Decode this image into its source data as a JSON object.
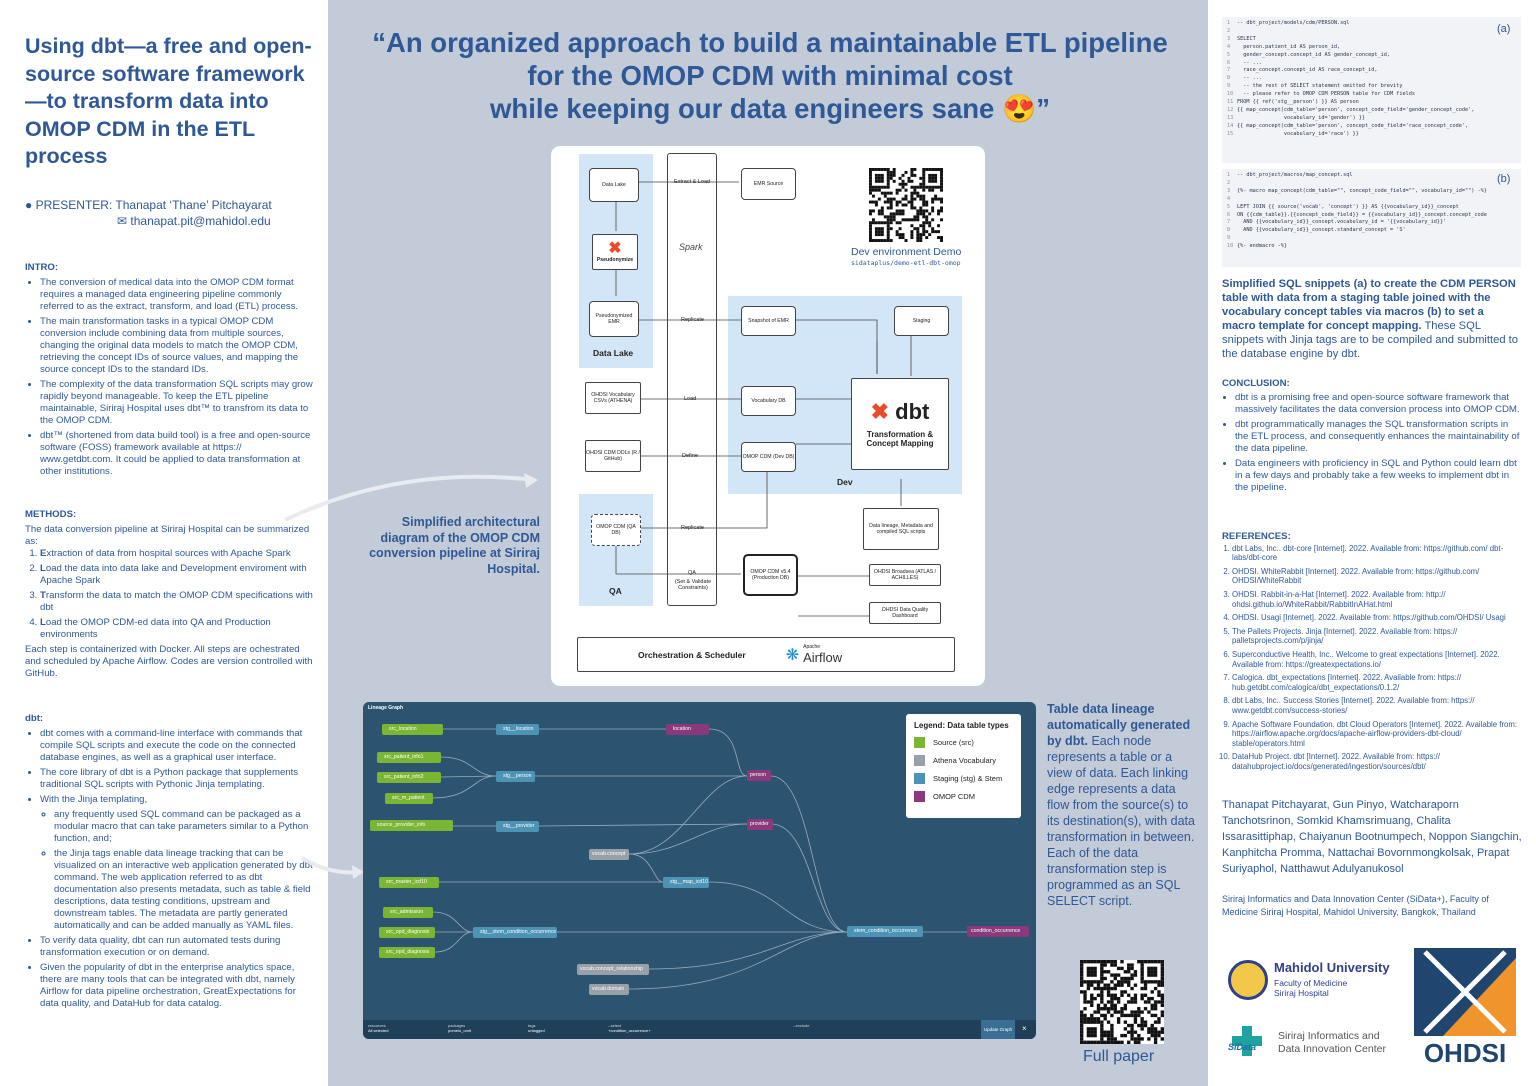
{
  "left": {
    "title": "Using dbt—a free and open-source software framework—to transform data into OMOP CDM in the ETL process",
    "presenter_line": "PRESENTER: Thanapat ‘Thane’ Pitchayarat",
    "email": "thanapat.pit@mahidol.edu",
    "intro_heading": "INTRO:",
    "intro": [
      "The conversion of medical data into the OMOP CDM format requires a managed data engineering pipeline commonly referred to as the extract, transform, and load (ETL) process.",
      "The main transformation tasks in a typical OMOP CDM conversion include combining data from multiple sources, changing the original data models to match the OMOP CDM, retrieving the concept IDs of source values, and mapping the source concept IDs to the standard IDs.",
      "The complexity of the data transformation SQL scripts may grow rapidly beyond manageable. To keep the ETL pipeline maintainable, Siriraj Hospital uses dbt™ to transfrom its data to the OMOP CDM.",
      "dbt™ (shortened from data build tool) is a free and open-source software (FOSS) framework available at https:// www.getdbt.com. It could be applied to data transformation at other institutions."
    ],
    "methods_heading": "METHODS:",
    "methods_intro": "The data conversion pipeline at Siriraj Hospital can be summarized as:",
    "methods_steps": [
      {
        "b": "E",
        "t": "xtraction of data from hospital sources with Apache Spark"
      },
      {
        "b": "L",
        "t": "oad the data into data lake and Development enviroment with Apache Spark"
      },
      {
        "b": "T",
        "t": "ransform the data to match the OMOP CDM specifications with dbt"
      },
      {
        "b": "L",
        "t": "oad the OMOP CDM-ed data into QA and Production environments"
      }
    ],
    "methods_outro": "Each step is containerized with Docker. All steps are ochestrated and scheduled by Apache Airflow. Codes are version controlled with GitHub.",
    "dbt_heading": "dbt:",
    "dbt_1": "dbt comes with a command-line interface with commands that compile SQL scripts and execute the code on the connected database engines, as well as a graphical user interface.",
    "dbt_2": "The core library of dbt is a Python package that supplements traditional SQL scripts with Pythonic Jinja templating.",
    "dbt_3": "With the Jinja templating,",
    "dbt_3a": "any frequently used SQL command can be packaged as a modular macro that can take parameters similar to a Python function, and;",
    "dbt_3b": "the Jinja tags enable data lineage tracking that can be visualized on an interactive web application generated by dbt command. The web application referred to as dbt documentation also presents metadata, such as table & field descriptions, data testing conditions, upstream and downstream tables. The metadata are partly generated automatically and can be added manually as YAML files.",
    "dbt_4": "To verify data quality, dbt can run automated tests during transformation execution or on demand.",
    "dbt_5": "Given the popularity of dbt in the enterprise analytics space, there are many tools that can be integrated with dbt, namely Airflow for data pipeline orchestration, GreatExpectations for data quality, and DataHub for data catalog."
  },
  "middle": {
    "quote_1": "“An organized approach to build a maintainable ETL pipeline",
    "quote_2": "for the OMOP CDM with minimal cost",
    "quote_3": "while keeping our data engineers sane 😍”",
    "arch": {
      "data_lake": "Data Lake",
      "pseudonymize": "Pseudonymize",
      "pseudo_emr": "Pseudonymized EMR",
      "data_lake_title": "Data Lake",
      "vocab_csv": "OHDSI Vocabulary CSVs (ATHENA)",
      "cdm_ddl": "OHDSI CDM DDLs (R / GitHub)",
      "qa_db": "OMOP CDM (QA DB)",
      "qa_title": "QA",
      "extract_load": "Extract & Load",
      "replicate1": "Replicate",
      "load": "Load",
      "define": "Define",
      "replicate2": "Replicate",
      "qa_label": "QA",
      "qa_sub": "(Set & Validate Constraints)",
      "emr_source": "EMR Source",
      "spark": "Spark",
      "snapshot": "Snapshot of EMR",
      "staging": "Staging",
      "vocab_db": "Vocabulary DB",
      "cdm_dev": "OMOP CDM (Dev DB)",
      "dbt_logo": "dbt",
      "dbt_sub1": "Transformation &",
      "dbt_sub2": "Concept Mapping",
      "dev_title": "Dev",
      "lineage_docs": "Data lineage, Metadata and compiled SQL scripts",
      "prod_db": "OMOP CDM v5.4 (Production DB)",
      "ohdsi_broadsea": "OHDSI Broadsea (ATLAS / ACHILLES)",
      "ohdsi_dq": "OHDSI Data Quality Dashboard",
      "orchestration": "Orchestration & Scheduler",
      "airflow": "Airflow",
      "airflow_apache": "Apache",
      "dev_demo": "Dev environment Demo",
      "dev_repo": "sidataplus/demo-etl-dbt-omop"
    },
    "caption_arch": "Simplified architectural diagram of the OMOP CDM conversion pipeline at Siriraj Hospital.",
    "lineage": {
      "title": "Lineage Graph",
      "nodes": {
        "src_location": "src_location",
        "stg_location": "stg__location",
        "location": "location",
        "src_patient_info1": "src_patient_info1",
        "src_patient_info2": "src_patient_info2",
        "src_m_patient": "src_m_patient",
        "stg_person": "stg__person",
        "person": "person",
        "source_provider_info": "source_provider_info",
        "stg_provider": "stg__provider",
        "provider": "provider",
        "vocab_concept": "vocab.concept",
        "src_master_icd10": "src_master_icd10",
        "stg_map_icd10": "stg__map_icd10",
        "src_admission": "src_admission",
        "src_opd_diagnosis": "src_opd_diagnosis",
        "src_ipd_diagnosis": "src_opd_diagnosis",
        "stg_stem": "stg__stem_condition_occurrence",
        "stem": "stem_condition_occurrence",
        "condition_occurrence": "condition_occurrence",
        "vocab_rel": "vocab.concept_relationship",
        "vocab_domain": "vocab.domain"
      },
      "legend_title": "Legend: Data table types",
      "legend": [
        "Source (src)",
        "Athena Vocabulary",
        "Staging (stg) & Stem",
        "OMOP CDM"
      ],
      "footer": {
        "c1h": "resources",
        "c1v": "All selected",
        "c2h": "packages",
        "c2v": "pomelo_omit",
        "c3h": "tags",
        "c3v": "untagged",
        "c4h": "--select",
        "c4v": "+condition_occurrence+",
        "c5h": "--exclude",
        "c5v": "",
        "btn": "Update Graph"
      }
    },
    "caption_lineage_bold": "Table data lineage automatically generated by dbt.",
    "caption_lineage_rest": " Each node represents a table or a view of data. Each linking edge represents a data flow from the source(s) to its destination(s), with data transformation in between. Each of the data transformation step is programmed as an SQL SELECT script.",
    "full_paper": "Full paper"
  },
  "right": {
    "code_a_label": "(a)",
    "code_a": [
      "-- dbt_project/models/cdm/PERSON.sql",
      "",
      "SELECT",
      "  person.patient_id AS person_id,",
      "  gender_concept.concept_id AS gender_concept_id,",
      "  -- ...",
      "  race_concept.concept_id AS race_concept_id,",
      "  -- ...",
      "  -- the rest of SELECT statement omitted for brevity",
      "  -- please refer to OMOP CDM PERSON table for CDM fields",
      "FROM {{ ref('stg__person') }} AS person",
      "{{ map_concept(cdm_table='person', concept_code_field='gender_concept_code',",
      "               vocabulary_id='gender') }}",
      "{{ map_concept(cdm_table='person', concept_code_field='race_concept_code',",
      "               vocabulary_id='race') }}"
    ],
    "code_b_label": "(b)",
    "code_b": [
      "-- dbt_project/macros/map_concept.sql",
      "",
      "{%- macro map_concept(cdm_table=\"\", concept_code_field=\"\", vocabulary_id=\"\") -%}",
      "",
      "LEFT JOIN {{ source('vocab', 'concept') }} AS {{vocabulary_id}}_concept",
      "ON {{cdm_table}}.{{concept_code_field}} = {{vocabulary_id}}_concept.concept_code",
      "  AND {{vocabulary_id}}_concept.vocabulary_id = '{{vocabulary_id}}'",
      "  AND {{vocabulary_id}}_concept.standard_concept = 'S'",
      "",
      "{%- endmacro -%}"
    ],
    "caption_bold": "Simplified SQL snippets (a) to create the CDM PERSON table with data from a staging table joined with the vocabulary concept tables via macros (b) to set a macro template for concept mapping.",
    "caption_rest": " These SQL snippets with Jinja tags are to be compiled and submitted to the database engine by dbt.",
    "conclusion_heading": "CONCLUSION:",
    "conclusion": [
      "dbt is a promising free and open-source software framework that massively facilitates the data conversion process into OMOP CDM.",
      "dbt programmatically manages the SQL transformation scripts in the ETL process, and consequently enhances the maintainability of the data pipeline.",
      "Data engineers with proficiency in SQL and Python could learn dbt in a few days and probably take a few weeks to implement dbt in the pipeline."
    ],
    "refs_heading": "REFERENCES:",
    "refs": [
      "dbt Labs, Inc.. dbt-core [Internet]. 2022. Available from: https://github.com/ dbt-labs/dbt-core",
      "OHDSI. WhiteRabbit [Internet]. 2022. Available from: https://github.com/ OHDSI/WhiteRabbit",
      "OHDSI. Rabbit-in-a-Hat [Internet]. 2022. Available from: http:// ohdsi.github.io/WhiteRabbit/RabbitInAHat.html",
      "OHDSI. Usagi [Internet]. 2022. Available from: https://github.com/OHDSI/ Usagi",
      "The Pallets Projects. Jinja [Internet]. 2022. Available from: https:// palletsprojects.com/p/jinja/",
      "Superconductive Health, Inc.. Welcome to great expectations [Internet]. 2022. Available from: https://greatexpectations.io/",
      "Calogica. dbt_expectations [Internet]. 2022. Available from: https:// hub.getdbt.com/calogica/dbt_expectations/0.1.2/",
      "dbt Labs, Inc.. Success Stories [Internet]. 2022. Available from: https:// www.getdbt.com/success-stories/",
      "Apache Software Foundation. dbt Cloud Operators [Internet]. 2022. Available from: https://airflow.apache.org/docs/apache-airflow-providers-dbt-cloud/ stable/operators.html",
      "DataHub Project. dbt [Internet]. 2022. Available from: https:// datahubproject.io/docs/generated/ingestion/sources/dbt/"
    ],
    "authors": "Thanapat Pitchayarat, Gun Pinyo, Watcharaporn Tanchotsrinon, Somkid Khamsrimuang, Chalita Issarasittiphap, Chaiyanun Bootnumpech, Noppon Siangchin, Kanphitcha Promma, Nattachai Bovornmongkolsak, Prapat Suriyaphol, Natthawut Adulyanukosol",
    "affiliation": "Siriraj Informatics and Data Innovation Center (SiData+), Faculty of Medicine Siriraj Hospital, Mahidol University, Bangkok, Thailand",
    "mahidol_1": "Mahidol University",
    "mahidol_2": "Faculty of Medicine",
    "mahidol_3": "Siriraj Hospital",
    "sidata_logo": "SiData",
    "sidata_1": "Siriraj Informatics and",
    "sidata_2": "Data Innovation Center",
    "ohdsi": "OHDSI"
  }
}
